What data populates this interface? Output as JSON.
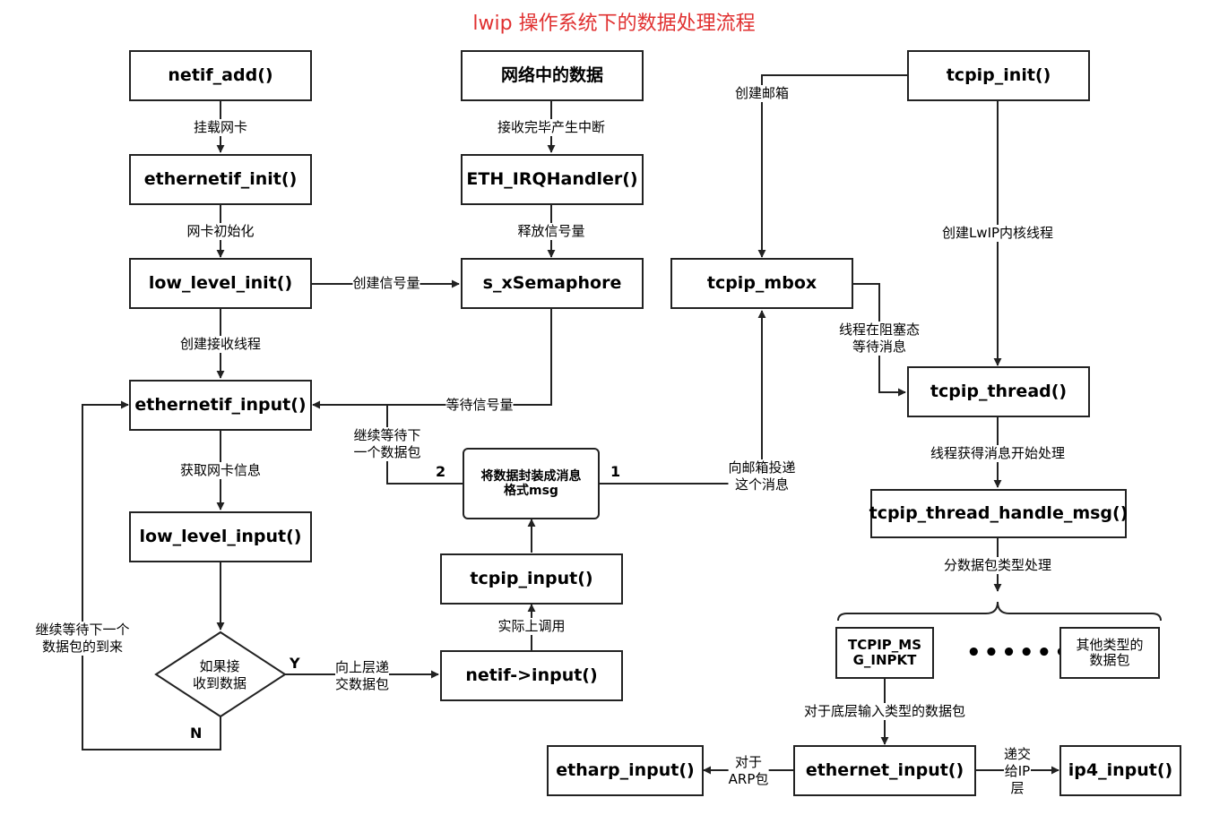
{
  "title": "lwip 操作系统下的数据处理流程",
  "nodes": {
    "netif_add": "netif_add()",
    "ethernetif_init": "ethernetif_init()",
    "low_level_init": "low_level_init()",
    "ethernetif_input": "ethernetif_input()",
    "low_level_input": "low_level_input()",
    "net_data": "网络中的数据",
    "eth_irq": "ETH_IRQHandler()",
    "s_xsemaphore": "s_xSemaphore",
    "wrap_msg_1": "将数据封装成消息",
    "wrap_msg_2": "格式msg",
    "tcpip_input": "tcpip_input()",
    "netif_input": "netif->input()",
    "tcpip_init": "tcpip_init()",
    "tcpip_mbox": "tcpip_mbox",
    "tcpip_thread": "tcpip_thread()",
    "tcpip_thread_handle_msg": "tcpip_thread_handle_msg()",
    "tcpip_msg_inpkt_1": "TCPIP_MS",
    "tcpip_msg_inpkt_2": "G_INPKT",
    "other_types_1": "其他类型的",
    "other_types_2": "数据包",
    "etharp_input": "etharp_input()",
    "ethernet_input": "ethernet_input()",
    "ip4_input": "ip4_input()",
    "decision_1": "如果接",
    "decision_2": "收到数据",
    "ellipsis": "•••••••"
  },
  "labels": {
    "mount_nic": "挂载网卡",
    "nic_init": "网卡初始化",
    "create_semaphore": "创建信号量",
    "create_rx_thread": "创建接收线程",
    "get_nic_info": "获取网卡信息",
    "rx_done_irq": "接收完毕产生中断",
    "release_semaphore": "释放信号量",
    "wait_semaphore": "等待信号量",
    "continue_wait_1": "继续等待下",
    "continue_wait_2": "一个数据包",
    "num_2": "2",
    "num_1": "1",
    "deliver_mbox_1": "向邮箱投递",
    "deliver_mbox_2": "这个消息",
    "actually_calls": "实际上调用",
    "pass_up_1": "向上层递",
    "pass_up_2": "交数据包",
    "yes": "Y",
    "no": "N",
    "wait_next_arrive_1": "继续等待下一个",
    "wait_next_arrive_2": "数据包的到来",
    "create_mailbox": "创建邮箱",
    "create_lwip_thread": "创建LwIP内核线程",
    "blocked_wait_1": "线程在阻塞态",
    "blocked_wait_2": "等待消息",
    "thread_got_msg": "线程获得消息开始处理",
    "classify_packets": "分数据包类型处理",
    "for_low_input": "对于底层输入类型的数据包",
    "for_arp_1": "对于",
    "for_arp_2": "ARP包",
    "to_ip_1": "递交",
    "to_ip_2": "给IP",
    "to_ip_3": "层"
  }
}
